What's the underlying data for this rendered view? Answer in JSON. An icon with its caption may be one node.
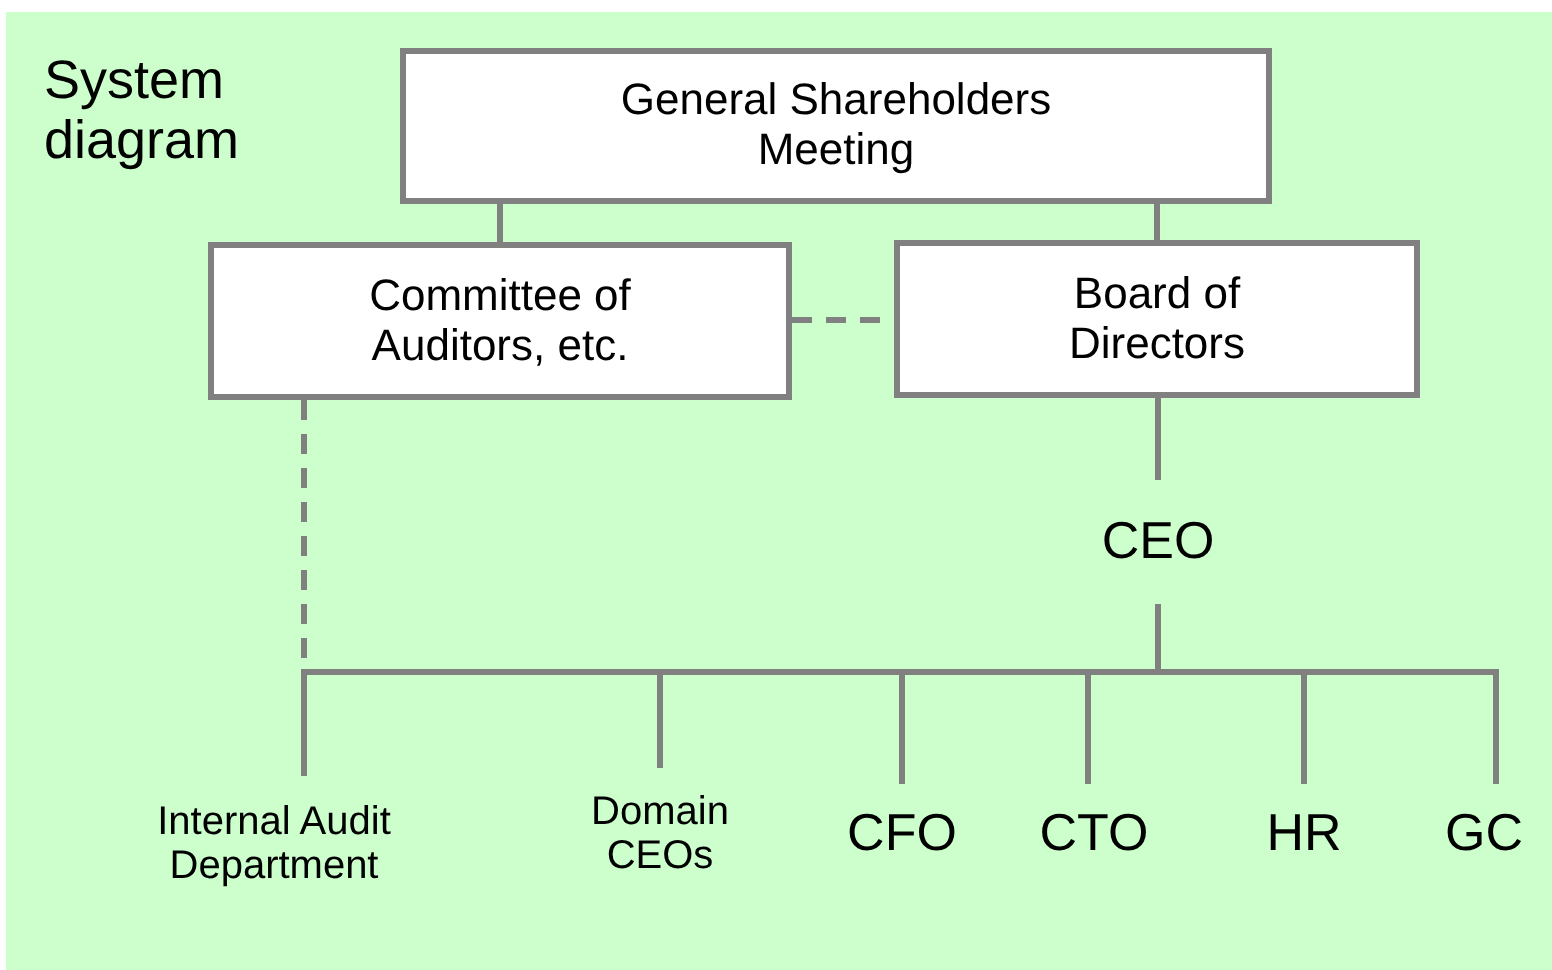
{
  "diagram": {
    "title": "System diagram",
    "nodes": [
      {
        "text": [
          "General Shareholders Meeting"
        ]
      },
      {
        "text": [
          "Committee of Auditors, etc."
        ]
      },
      {
        "text": [
          "Board of Directors"
        ]
      },
      {
        "text": [
          "CEO"
        ]
      },
      {
        "text": [
          "Internal Audit Department"
        ]
      },
      {
        "text": [
          "Domain CEOs"
        ]
      },
      {
        "text": [
          "CFO"
        ]
      },
      {
        "text": [
          "CTO"
        ]
      },
      {
        "text": [
          "HR"
        ]
      },
      {
        "text": [
          "GC"
        ]
      }
    ],
    "edges": [
      {
        "from": 0,
        "to": 1,
        "arrow": "none"
      },
      {
        "from": 0,
        "to": 2,
        "arrow": "none"
      },
      {
        "from": 1,
        "to": 2,
        "arrow": "none",
        "style": "dashed"
      },
      {
        "from": 2,
        "to": 3,
        "arrow": "none"
      },
      {
        "from": 1,
        "to": 4,
        "arrow": "none",
        "style": "dashed"
      },
      {
        "from": 3,
        "to": 4,
        "arrow": "none"
      },
      {
        "from": 3,
        "to": 5,
        "arrow": "none"
      },
      {
        "from": 3,
        "to": 6,
        "arrow": "none"
      },
      {
        "from": 3,
        "to": 7,
        "arrow": "none"
      },
      {
        "from": 3,
        "to": 8,
        "arrow": "none"
      },
      {
        "from": 3,
        "to": 9,
        "arrow": "none"
      }
    ]
  }
}
